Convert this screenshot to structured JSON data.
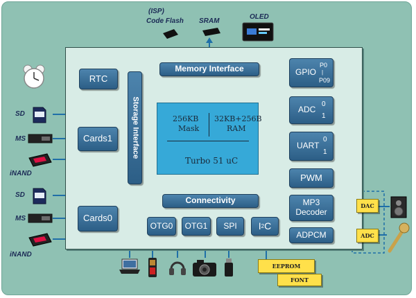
{
  "external_top": {
    "isp": "(ISP)",
    "code_flash": "Code Flash",
    "sram": "SRAM",
    "oled": "OLED"
  },
  "blocks": {
    "memory_interface": "Memory Interface",
    "rtc": "RTC",
    "storage_interface": "Storage Interface",
    "cards1": "Cards1",
    "cards0": "Cards0",
    "connectivity": "Connectivity",
    "otg0": "OTG0",
    "otg1": "OTG1",
    "spi": "SPI",
    "i2c_base": "I",
    "i2c_sup": "2",
    "i2c_tail": "C",
    "gpio": "GPIO",
    "gpio_p0": "P0",
    "gpio_sep": "|",
    "gpio_p09": "P09",
    "adc": "ADC",
    "adc_0": "0",
    "adc_1": "1",
    "uart": "UART",
    "uart_0": "0",
    "uart_1": "1",
    "pwm": "PWM",
    "mp3_line1": "MP3",
    "mp3_line2": "Decoder",
    "adpcm": "ADPCM"
  },
  "core": {
    "mask_line1": "256KB",
    "mask_line2": "Mask",
    "ram_line1": "32KB+256B",
    "ram_line2": "RAM",
    "label": "Turbo 51 uC"
  },
  "cards_left": {
    "sd": "SD",
    "ms": "MS",
    "inand": "iNAND"
  },
  "external_right": {
    "dac": "DAC",
    "adc": "ADC"
  },
  "external_bottom": {
    "eeprom": "EEPROM",
    "font": "FONT"
  },
  "colors": {
    "board": "#8fc1b3",
    "chip": "#d8ece6",
    "block": "#2c5e86",
    "core": "#36a9d8",
    "yellow": "#ffe04a"
  }
}
